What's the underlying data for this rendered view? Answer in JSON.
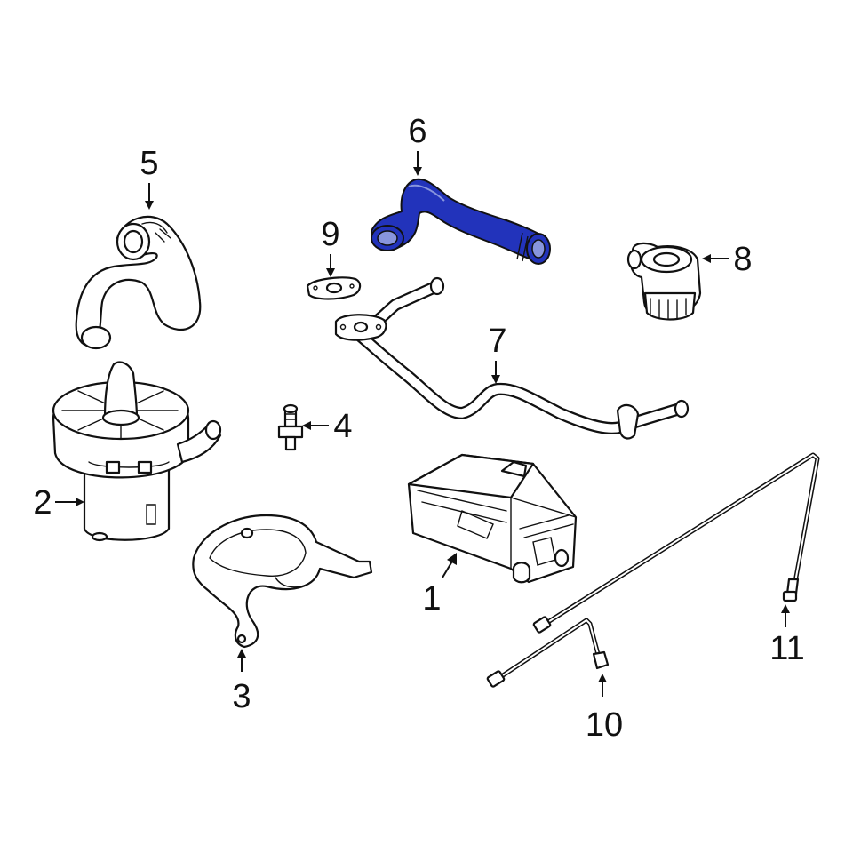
{
  "diagram": {
    "highlight_color": "#2233bb",
    "outline_color": "#111111",
    "background": "#ffffff",
    "highlighted_part": "6",
    "callouts": [
      {
        "id": "1",
        "label": "1"
      },
      {
        "id": "2",
        "label": "2"
      },
      {
        "id": "3",
        "label": "3"
      },
      {
        "id": "4",
        "label": "4"
      },
      {
        "id": "5",
        "label": "5"
      },
      {
        "id": "6",
        "label": "6"
      },
      {
        "id": "7",
        "label": "7"
      },
      {
        "id": "8",
        "label": "8"
      },
      {
        "id": "9",
        "label": "9"
      },
      {
        "id": "10",
        "label": "10"
      },
      {
        "id": "11",
        "label": "11"
      }
    ]
  }
}
